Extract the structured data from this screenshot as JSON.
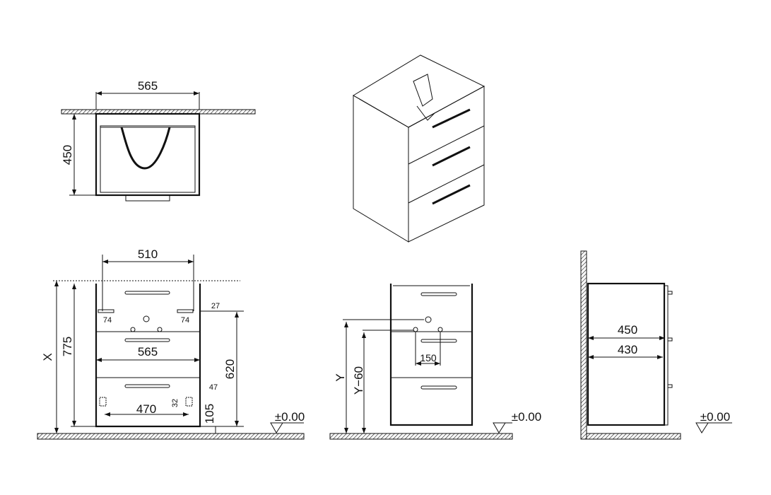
{
  "plan_view": {
    "width_label": "565",
    "depth_label": "450"
  },
  "front_view": {
    "top_width_label": "510",
    "height_var_label": "X",
    "height_label": "775",
    "offset_label": "27",
    "bracket_left_label": "74",
    "bracket_right_label": "74",
    "inner_width_label": "565",
    "fixing_height_label": "620",
    "foot_offset_label": "47",
    "foot_height_label": "32",
    "foot_spacing_label": "470",
    "floor_clearance_label": "105",
    "level_label": "±0.00"
  },
  "plumbing_view": {
    "y_label": "Y",
    "y_minus_label": "Y−60",
    "spacing_label": "150",
    "level_label": "±0.00"
  },
  "side_view": {
    "depth_label": "450",
    "inner_depth_label": "430",
    "level_label": "±0.00"
  }
}
